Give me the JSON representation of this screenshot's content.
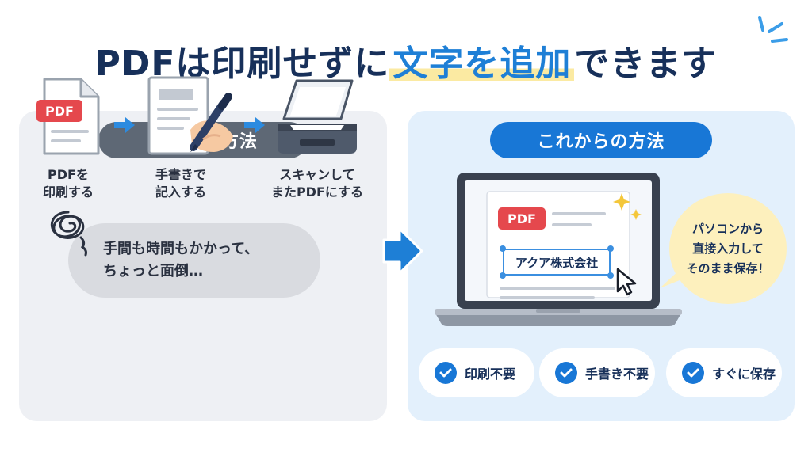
{
  "title": {
    "part1": "PDFは印刷せずに",
    "highlight": "文字を追加",
    "part2": "できます"
  },
  "left": {
    "heading": "今までの方法",
    "steps": [
      {
        "label": "PDFを\n印刷する",
        "icon": "pdf-document-icon",
        "badge": "PDF"
      },
      {
        "label": "手書きで\n記入する",
        "icon": "handwriting-pen-icon"
      },
      {
        "label": "スキャンして\nまたPDFにする",
        "icon": "scanner-icon"
      }
    ],
    "complaint": "手間も時間もかかって、\nちょっと面倒…"
  },
  "right": {
    "heading": "これからの方法",
    "pdf_badge": "PDF",
    "textbox": "アクア株式会社",
    "speech": "パソコンから\n直接入力して\nそのまま保存！",
    "badges": [
      "印刷不要",
      "手書き不要",
      "すぐに保存"
    ]
  },
  "colors": {
    "navy": "#17305a",
    "blue": "#1877d6",
    "pdf_red": "#e5484d",
    "highlight_yellow": "#fbeaa2",
    "gray_pill": "#5e6875"
  }
}
